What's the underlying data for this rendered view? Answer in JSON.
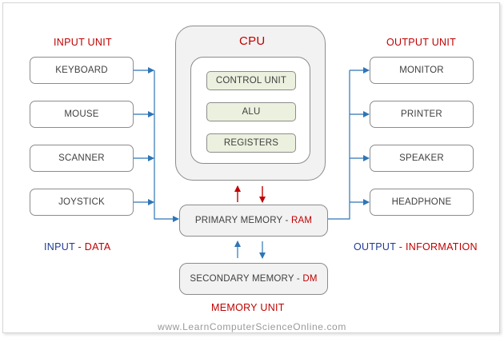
{
  "cpu": {
    "title": "CPU",
    "control_unit": "CONTROL UNIT",
    "alu": "ALU",
    "registers": "REGISTERS"
  },
  "input_unit": {
    "heading": "INPUT UNIT",
    "devices": [
      "KEYBOARD",
      "MOUSE",
      "SCANNER",
      "JOYSTICK"
    ],
    "caption_prefix": "INPUT",
    "caption_separator": " - ",
    "caption_value": "DATA"
  },
  "output_unit": {
    "heading": "OUTPUT  UNIT",
    "devices": [
      "MONITOR",
      "PRINTER",
      "SPEAKER",
      "HEADPHONE"
    ],
    "caption_prefix": "OUTPUT",
    "caption_separator": " - ",
    "caption_value": "INFORMATION"
  },
  "primary_memory": {
    "label": "PRIMARY MEMORY -",
    "abbrev": "RAM"
  },
  "secondary_memory": {
    "label": "SECONDARY MEMORY -",
    "abbrev": "DM"
  },
  "memory_unit": {
    "heading": "MEMORY UNIT"
  },
  "website": "www.LearnComputerScienceOnline.com",
  "colors": {
    "heading_red": "#c00000",
    "caption_blue": "#1f3a93",
    "connector_blue": "#2e75b6",
    "cpu_part_fill": "#ebf1de",
    "memory_fill": "#f2f2f2"
  }
}
